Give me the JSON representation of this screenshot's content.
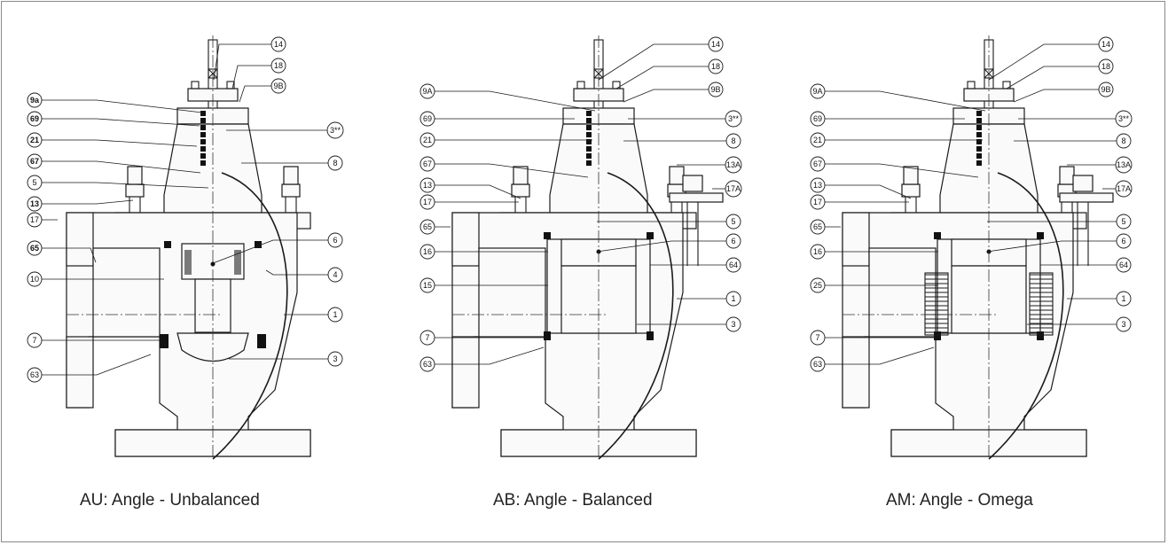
{
  "captions": [
    "AU: Angle - Unbalanced",
    "AB: Angle - Balanced",
    "AM: Angle - Omega"
  ],
  "views": [
    {
      "callouts": [
        {
          "label": "14",
          "bold": false
        },
        {
          "label": "18",
          "bold": false
        },
        {
          "label": "9B",
          "bold": false
        },
        {
          "label": "9a",
          "bold": true
        },
        {
          "label": "69",
          "bold": true
        },
        {
          "label": "21",
          "bold": true
        },
        {
          "label": "67",
          "bold": true
        },
        {
          "label": "5",
          "bold": false
        },
        {
          "label": "13",
          "bold": true
        },
        {
          "label": "17",
          "bold": false
        },
        {
          "label": "65",
          "bold": true
        },
        {
          "label": "10",
          "bold": false
        },
        {
          "label": "7",
          "bold": false
        },
        {
          "label": "63",
          "bold": false
        },
        {
          "label": "3**",
          "bold": false
        },
        {
          "label": "8",
          "bold": false
        },
        {
          "label": "6",
          "bold": false
        },
        {
          "label": "4",
          "bold": false
        },
        {
          "label": "1",
          "bold": false
        },
        {
          "label": "3",
          "bold": false
        }
      ]
    },
    {
      "callouts": [
        {
          "label": "14",
          "bold": false
        },
        {
          "label": "18",
          "bold": false
        },
        {
          "label": "9B",
          "bold": false
        },
        {
          "label": "9A",
          "bold": false
        },
        {
          "label": "69",
          "bold": false
        },
        {
          "label": "21",
          "bold": false
        },
        {
          "label": "67",
          "bold": false
        },
        {
          "label": "13",
          "bold": false
        },
        {
          "label": "17",
          "bold": false
        },
        {
          "label": "65",
          "bold": false
        },
        {
          "label": "16",
          "bold": false
        },
        {
          "label": "15",
          "bold": false
        },
        {
          "label": "7",
          "bold": false
        },
        {
          "label": "63",
          "bold": false
        },
        {
          "label": "3**",
          "bold": false
        },
        {
          "label": "8",
          "bold": false
        },
        {
          "label": "13A",
          "bold": false
        },
        {
          "label": "17A",
          "bold": false
        },
        {
          "label": "5",
          "bold": false
        },
        {
          "label": "6",
          "bold": false
        },
        {
          "label": "64",
          "bold": false
        },
        {
          "label": "1",
          "bold": false
        },
        {
          "label": "3",
          "bold": false
        }
      ]
    },
    {
      "callouts": [
        {
          "label": "14",
          "bold": false
        },
        {
          "label": "18",
          "bold": false
        },
        {
          "label": "9B",
          "bold": false
        },
        {
          "label": "9A",
          "bold": false
        },
        {
          "label": "69",
          "bold": false
        },
        {
          "label": "21",
          "bold": false
        },
        {
          "label": "67",
          "bold": false
        },
        {
          "label": "13",
          "bold": false
        },
        {
          "label": "17",
          "bold": false
        },
        {
          "label": "65",
          "bold": false
        },
        {
          "label": "16",
          "bold": false
        },
        {
          "label": "25",
          "bold": false
        },
        {
          "label": "7",
          "bold": false
        },
        {
          "label": "63",
          "bold": false
        },
        {
          "label": "3**",
          "bold": false
        },
        {
          "label": "8",
          "bold": false
        },
        {
          "label": "13A",
          "bold": false
        },
        {
          "label": "17A",
          "bold": false
        },
        {
          "label": "5",
          "bold": false
        },
        {
          "label": "6",
          "bold": false
        },
        {
          "label": "64",
          "bold": false
        },
        {
          "label": "1",
          "bold": false
        },
        {
          "label": "3",
          "bold": false
        }
      ]
    }
  ]
}
